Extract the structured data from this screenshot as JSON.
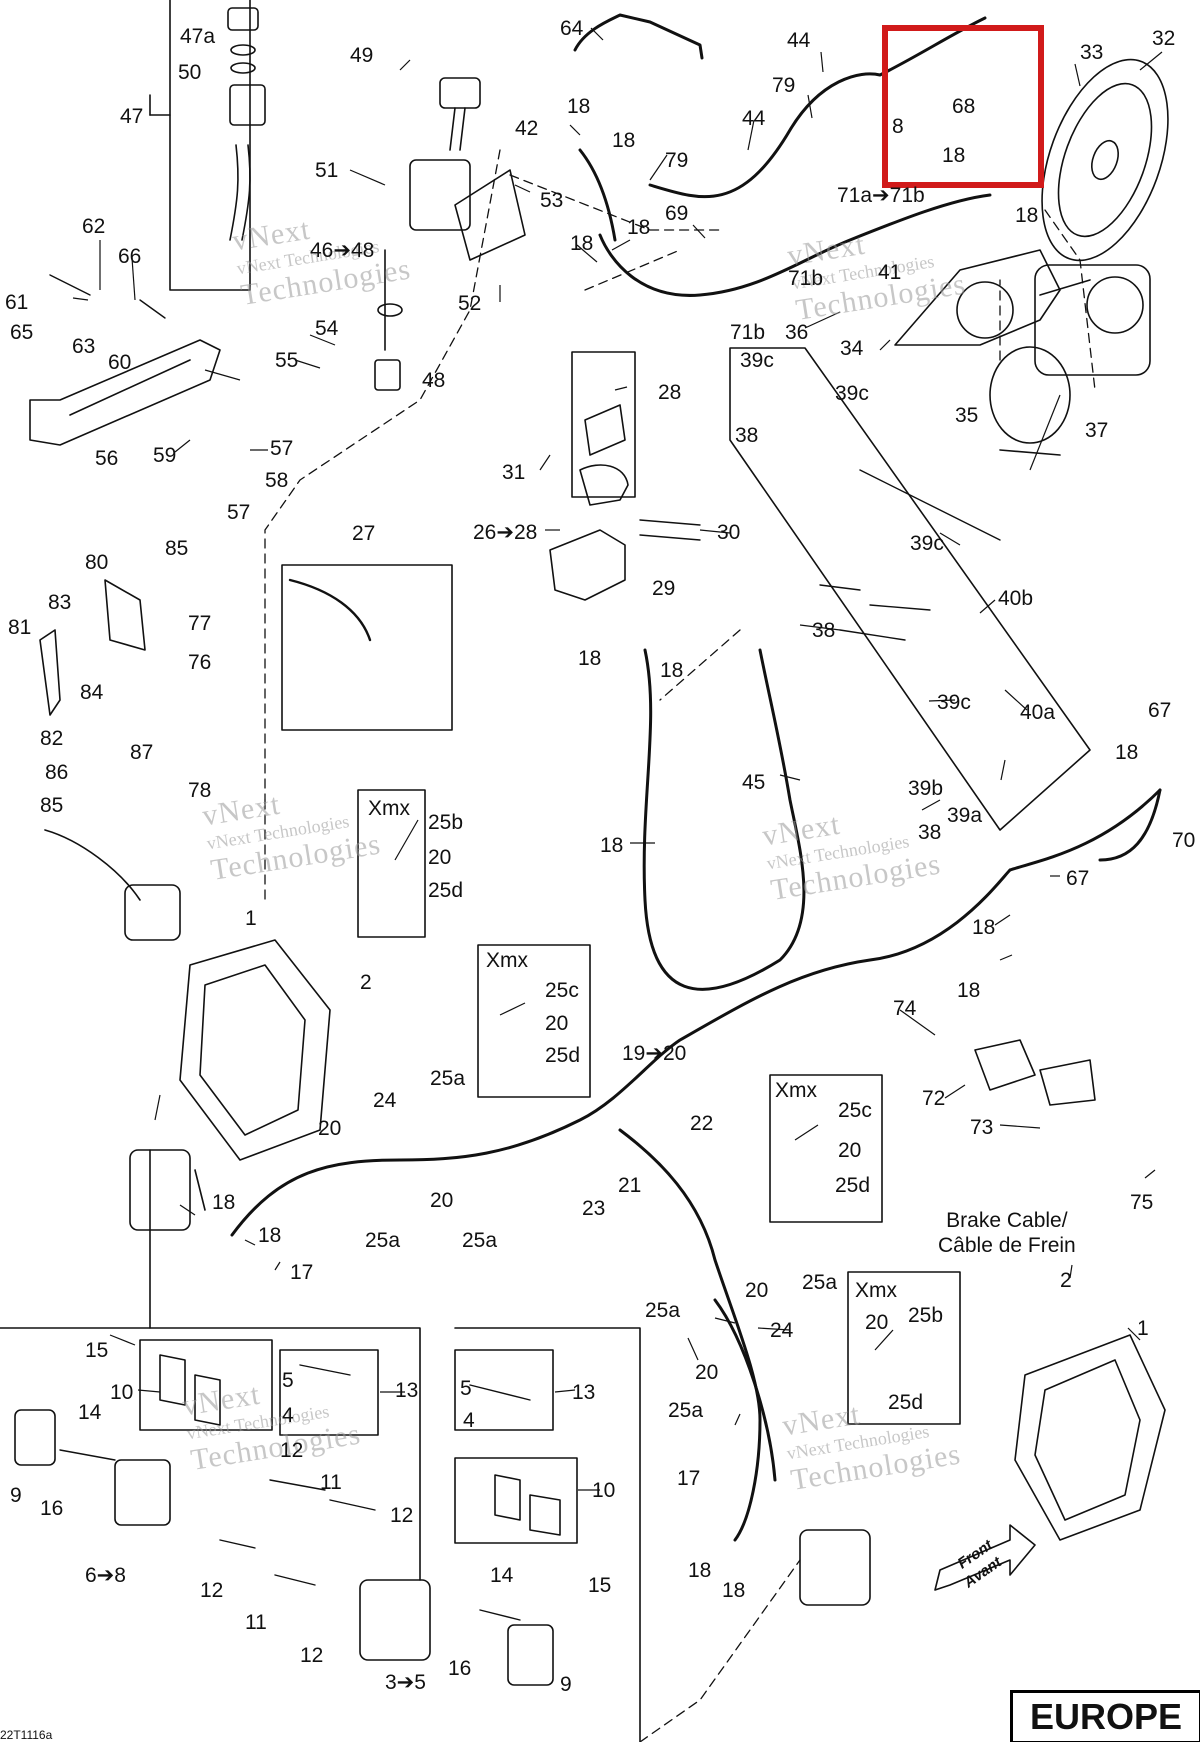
{
  "diagram": {
    "region_badge": "EUROPE",
    "drawing_id": "22T1116a",
    "brake_cable_label": [
      "Brake Cable/",
      "Câble de Frein"
    ],
    "front_label": [
      "Front",
      "Avant"
    ],
    "watermark": [
      "vNext",
      "vNext Technologies",
      "Technologies"
    ],
    "highlight_color": "#d11a1a",
    "xmx_title": "Xmx",
    "xmx_boxes": [
      {
        "title": "Xmx",
        "labels": [
          "25b",
          "20",
          "25d"
        ]
      },
      {
        "title": "Xmx",
        "labels": [
          "25c",
          "20",
          "25d"
        ]
      },
      {
        "title": "Xmx",
        "labels": [
          "25c",
          "20",
          "25d"
        ]
      },
      {
        "title": "Xmx",
        "labels": [
          "20",
          "25b",
          "25d"
        ]
      }
    ],
    "part_labels": [
      "64",
      "44",
      "33",
      "32",
      "47a",
      "50",
      "47",
      "49",
      "18",
      "18",
      "42",
      "79",
      "44",
      "8",
      "68",
      "18",
      "18",
      "51",
      "53",
      "79",
      "69",
      "18",
      "18",
      "71a➔71b",
      "46➔48",
      "41",
      "62",
      "66",
      "52",
      "71b",
      "71b",
      "36",
      "34",
      "61",
      "65",
      "63",
      "60",
      "54",
      "55",
      "48",
      "28",
      "39c",
      "39c",
      "35",
      "37",
      "38",
      "56",
      "59",
      "57",
      "58",
      "57",
      "31",
      "26➔28",
      "30",
      "29",
      "27",
      "39c",
      "40b",
      "80",
      "85",
      "83",
      "81",
      "77",
      "76",
      "84",
      "38",
      "18",
      "18",
      "39c",
      "40a",
      "82",
      "87",
      "86",
      "85",
      "78",
      "45",
      "67",
      "18",
      "39b",
      "39a",
      "38",
      "70",
      "18",
      "67",
      "18",
      "18",
      "1",
      "2",
      "74",
      "72",
      "73",
      "75",
      "25a",
      "24",
      "20",
      "20",
      "25a",
      "25a",
      "19➔20",
      "22",
      "21",
      "23",
      "18",
      "18",
      "17",
      "20",
      "25a",
      "24",
      "25a",
      "20",
      "25a",
      "2",
      "1",
      "15",
      "10",
      "13",
      "13",
      "5",
      "5",
      "4",
      "4",
      "14",
      "9",
      "16",
      "12",
      "11",
      "12",
      "6➔8",
      "12",
      "11",
      "12",
      "14",
      "10",
      "15",
      "17",
      "18",
      "18",
      "3➔5",
      "16",
      "9"
    ]
  }
}
